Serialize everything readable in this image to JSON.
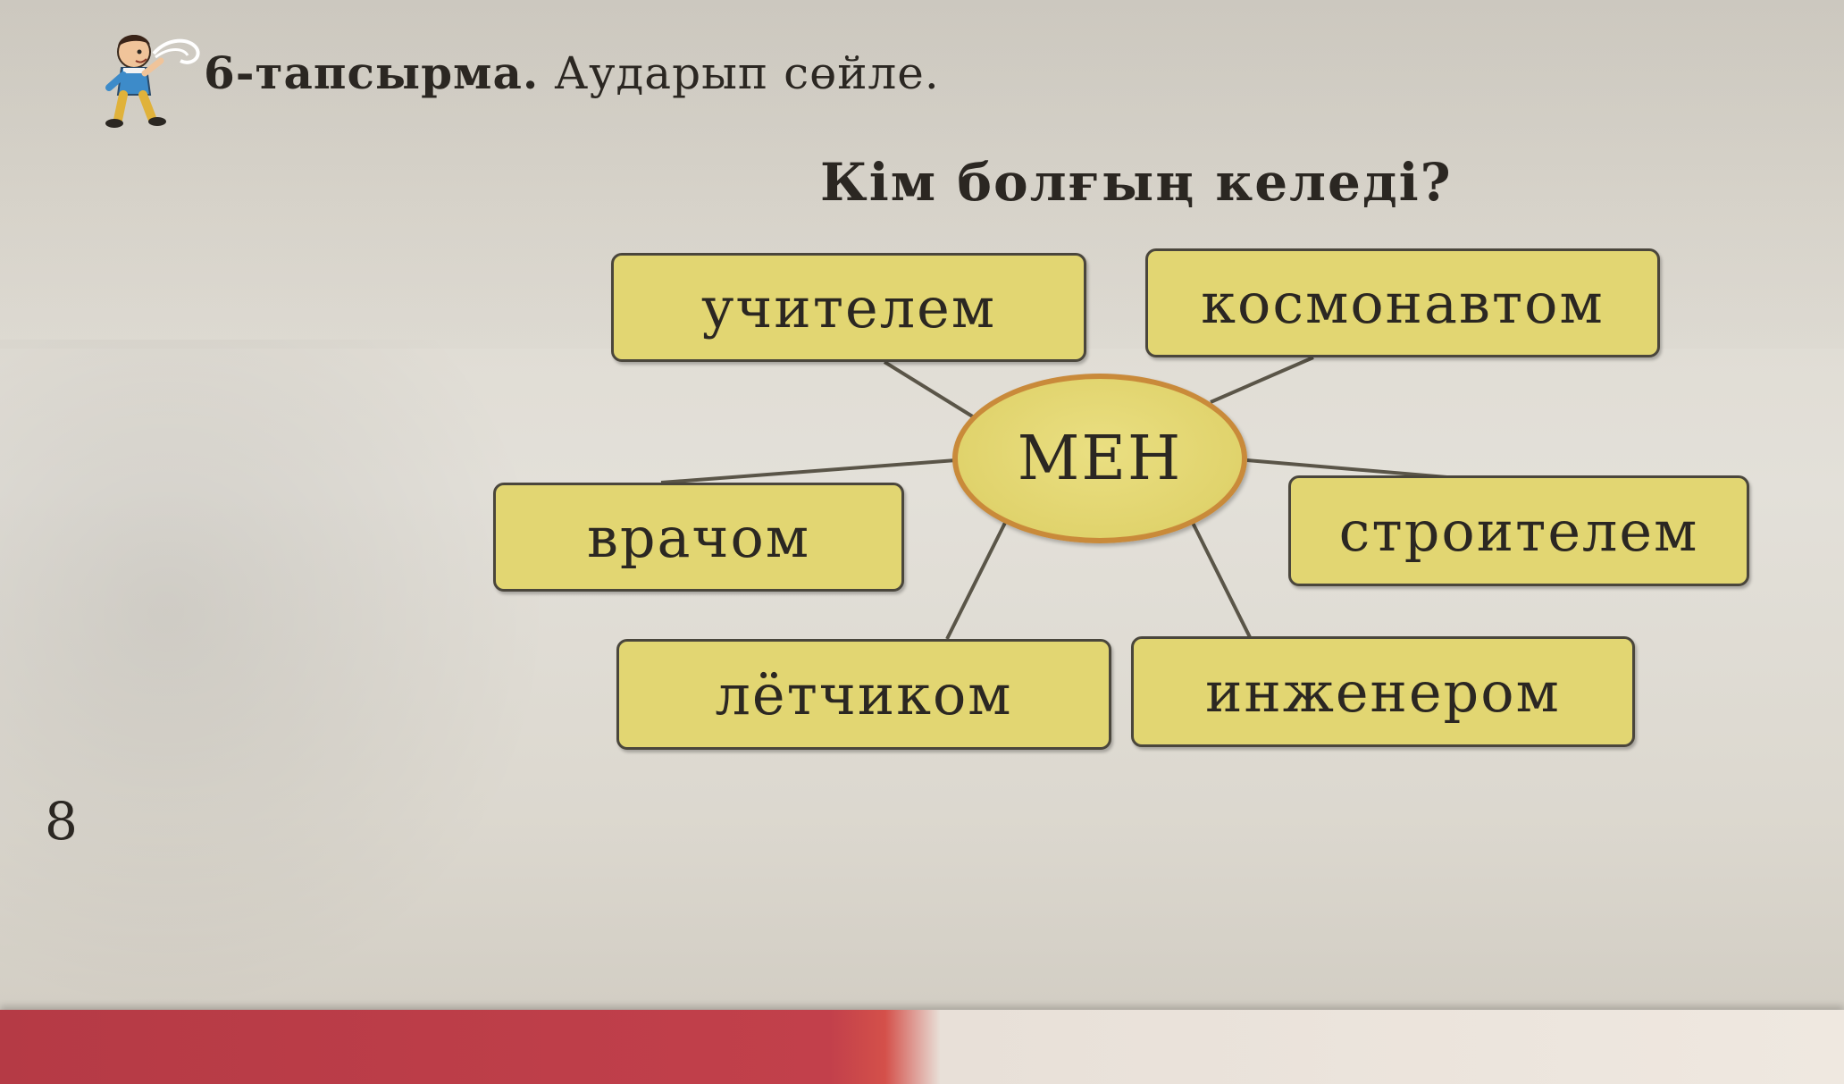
{
  "task": {
    "number": "6-тапсырма.",
    "instruction": "Аударып сөйле."
  },
  "question": "Кім болғың келеді?",
  "diagram": {
    "center": "МЕН",
    "options": [
      {
        "id": "teacher",
        "label": "учителем"
      },
      {
        "id": "cosmonaut",
        "label": "космонавтом"
      },
      {
        "id": "doctor",
        "label": "врачом"
      },
      {
        "id": "builder",
        "label": "строителем"
      },
      {
        "id": "pilot",
        "label": "лётчиком"
      },
      {
        "id": "engineer",
        "label": "инженером"
      }
    ],
    "box_color": "#e2d672",
    "oval_border_color": "#c98a3a"
  },
  "page_number": "8",
  "icons": {
    "mascot": "boy-speaking-icon"
  }
}
